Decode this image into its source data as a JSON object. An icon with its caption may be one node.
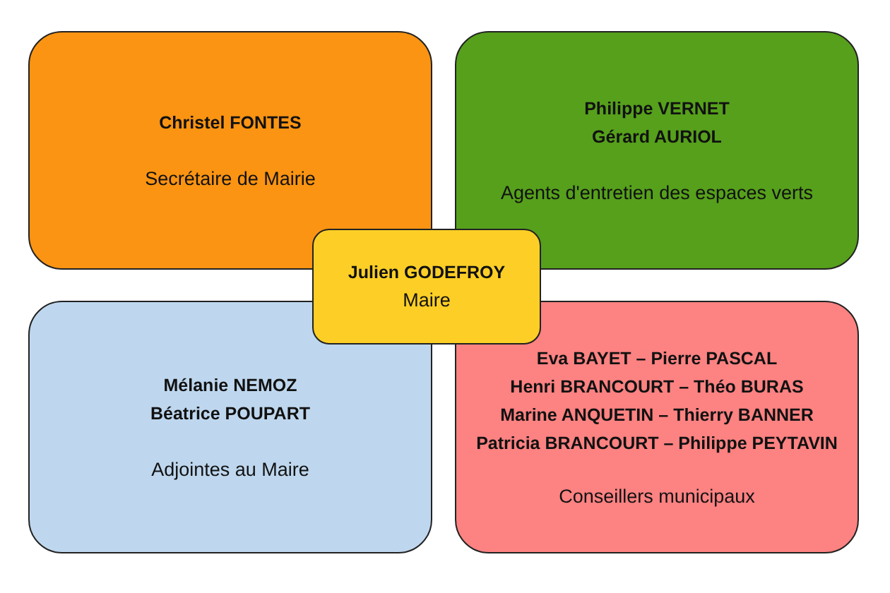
{
  "diagram": {
    "nodes": [
      {
        "text": [
          "Christel FONTES",
          "Secrétaire de Mairie"
        ]
      },
      {
        "text": [
          "Philippe VERNET",
          "Gérard AURIOL",
          "Agents d'entretien des espaces verts"
        ]
      },
      {
        "text": [
          "Julien GODEFROY",
          "Maire"
        ]
      },
      {
        "text": [
          "Mélanie NEMOZ",
          "Béatrice POUPART",
          "Adjointes au Maire"
        ]
      },
      {
        "text": [
          "Eva BAYET – Pierre PASCAL",
          "Henri BRANCOURT – Théo BURAS",
          "Marine ANQUETIN – Thierry BANNER",
          "Patricia BRANCOURT – Philippe PEYTAVIN",
          "Conseillers municipaux"
        ]
      }
    ]
  }
}
